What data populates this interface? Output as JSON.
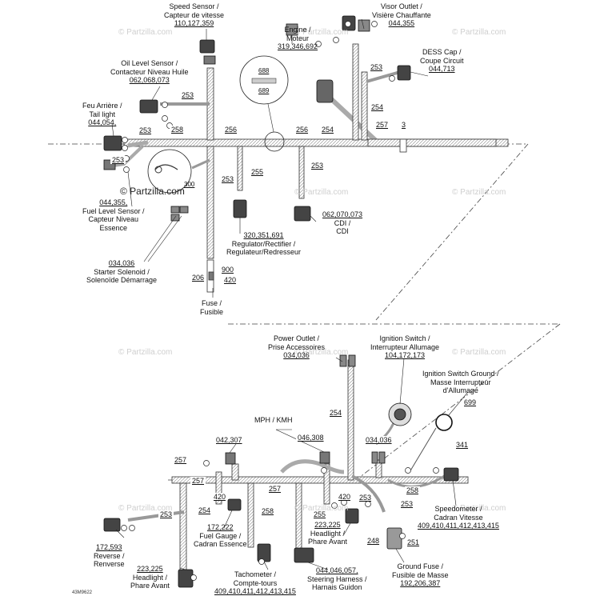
{
  "watermarks": {
    "repeat": "© Partzilla.com",
    "main": "© Partzilla.com",
    "drawing_id": "43M9622"
  },
  "callouts": {
    "speed_sensor": {
      "line1": "Speed Sensor /",
      "line2": "Capteur de vitesse",
      "parts": "110,127,359"
    },
    "visor_outlet": {
      "line1": "Visor Outlet /",
      "line2": "Visière Chauffante",
      "parts": "044,355"
    },
    "engine": {
      "line1": "Engine /",
      "line2": "Moteur",
      "parts": "319,346,692"
    },
    "dess_cap": {
      "line1": "DESS Cap /",
      "line2": "Coupe Circuit",
      "parts": "044,713"
    },
    "oil_level": {
      "line1": "Oil Level Sensor /",
      "line2": "Contacteur Niveau Huile",
      "parts": "062,068,073"
    },
    "tail_light": {
      "line1": "Feu Arrière /",
      "line2": "Tail light",
      "parts": "044,054,"
    },
    "fuel_level": {
      "parts": "044,355,",
      "line1": "Fuel Level Sensor /",
      "line2": "Capteur Niveau",
      "line3": "Essence"
    },
    "regulator": {
      "parts": "320,351,691",
      "line1": "Regulator/Rectifier /",
      "line2": "Regulateur/Redresseur"
    },
    "cdi": {
      "parts": "062,070,073",
      "line1": "CDI /",
      "line2": "CDI"
    },
    "starter": {
      "parts": "034,036",
      "line1": "Starter Solenoid /",
      "line2": "Solenoïde Démarrage"
    },
    "fuse": {
      "line1": "Fuse /",
      "line2": "Fusible"
    },
    "power_outlet": {
      "line1": "Power Outlet /",
      "line2": "Prise Accessoires",
      "parts": "034,036"
    },
    "ignition_switch": {
      "line1": "Ignition Switch /",
      "line2": "Interrupteur Allumage",
      "parts": "104,172,173"
    },
    "ignition_ground": {
      "line1": "Ignition Switch Ground /",
      "line2": "Masse Interrupteur",
      "line3": "d'Allumage"
    },
    "mph_kmh": {
      "line1": "MPH / KMH"
    },
    "speedometer": {
      "line1": "Speedometer /",
      "line2": "Cadran Vitesse",
      "parts": "409,410,411,412,413,415"
    },
    "reverse": {
      "parts": "172,593",
      "line1": "Reverse /",
      "line2": "Renverse"
    },
    "fuel_gauge": {
      "parts": "172,222",
      "line1": "Fuel Gauge /",
      "line2": "Cadran Essence"
    },
    "headlight_right": {
      "parts": "223,225",
      "line1": "Headlight /",
      "line2": "Phare Avant"
    },
    "ground_fuse": {
      "line1": "Ground Fuse /",
      "line2": "Fusible de Masse",
      "parts": "192,206,387"
    },
    "headlight_left": {
      "parts": "223,225",
      "line1": "Headlight /",
      "line2": "Phare Avant"
    },
    "tachometer": {
      "line1": "Tachometer /",
      "line2": "Compte-tours",
      "parts": "409,410,411,412,413,415"
    },
    "steering": {
      "parts": "044,046,057,",
      "line1": "Steering Harness /",
      "line2": "Harnais Guidon"
    }
  },
  "detail_bubble": {
    "top": "688",
    "bottom": "689"
  },
  "fuel_bubble_ref": "300",
  "refs": {
    "r253_a": "253",
    "r253_b": "253",
    "r253_c": "253",
    "r253_d": "253",
    "r253_e": "253",
    "r253_f": "253",
    "r253_g": "253",
    "r253_h": "253",
    "r253_i": "253",
    "r258_a": "258",
    "r258_b": "258",
    "r258_c": "258",
    "r256_a": "256",
    "r256_b": "256",
    "r254_a": "254",
    "r254_b": "254",
    "r254_c": "254",
    "r254_d": "254",
    "r257_a": "257",
    "r257_b": "257",
    "r257_c": "257",
    "r257_d": "257",
    "r255_a": "255",
    "r255_b": "255",
    "r3": "3",
    "r900": "900",
    "r206": "206",
    "r420_a": "420",
    "r420_b": "420",
    "r420_c": "420",
    "r699": "699",
    "r341": "341",
    "r042": "042,307",
    "r046": "046,308",
    "r034": "034,036",
    "r248": "248",
    "r251": "251"
  }
}
